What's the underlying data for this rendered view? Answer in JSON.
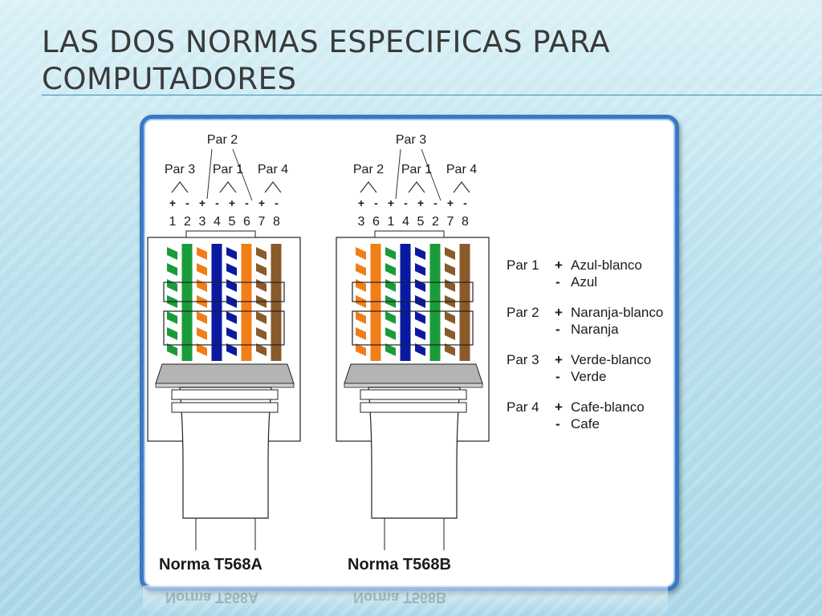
{
  "slide": {
    "title": "LAS DOS NORMAS ESPECIFICAS PARA COMPUTADORES"
  },
  "diagram": {
    "connectors": [
      {
        "caption": "Norma T568A",
        "pairs_top": {
          "label": "Par 2"
        },
        "pairs_bottom": [
          "Par 3",
          "Par 1",
          "Par 4"
        ],
        "polarity": [
          "+",
          "-",
          "+",
          "-",
          "+",
          "-",
          "+",
          "-"
        ],
        "pins": [
          "1",
          "2",
          "3",
          "4",
          "5",
          "6",
          "7",
          "8"
        ],
        "wires": [
          "green-stripe",
          "green",
          "orange-stripe",
          "blue",
          "blue-stripe",
          "orange",
          "brown-stripe",
          "brown"
        ]
      },
      {
        "caption": "Norma T568B",
        "pairs_top": {
          "label": "Par 3"
        },
        "pairs_bottom": [
          "Par 2",
          "Par 1",
          "Par 4"
        ],
        "polarity": [
          "+",
          "-",
          "+",
          "-",
          "+",
          "-",
          "+",
          "-"
        ],
        "pins": [
          "3",
          "6",
          "1",
          "4",
          "5",
          "2",
          "7",
          "8"
        ],
        "wires": [
          "orange-stripe",
          "orange",
          "green-stripe",
          "blue",
          "blue-stripe",
          "green",
          "brown-stripe",
          "brown"
        ]
      }
    ],
    "legend": [
      {
        "pair": "Par 1",
        "plus": "Azul-blanco",
        "minus": "Azul"
      },
      {
        "pair": "Par 2",
        "plus": "Naranja-blanco",
        "minus": "Naranja"
      },
      {
        "pair": "Par 3",
        "plus": "Verde-blanco",
        "minus": "Verde"
      },
      {
        "pair": "Par 4",
        "plus": "Cafe-blanco",
        "minus": "Cafe"
      }
    ],
    "colors": {
      "green": "#1a9b3a",
      "orange": "#f07f18",
      "blue": "#0a1aa0",
      "brown": "#8a5a2b",
      "panel_border": "#3a78c4"
    }
  }
}
